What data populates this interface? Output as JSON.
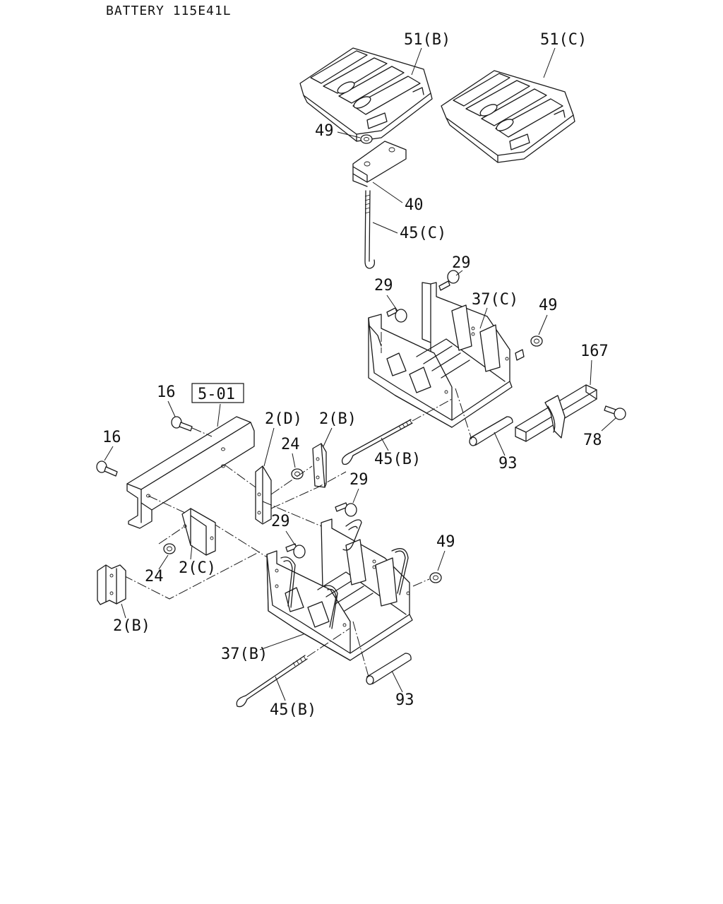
{
  "header": {
    "title": "BATTERY 115E41L"
  },
  "ref_box": {
    "label": "5-01"
  },
  "callouts": {
    "c51b": "51(B)",
    "c51c": "51(C)",
    "c49a": "49",
    "c40": "40",
    "c45c": "45(C)",
    "c29a": "29",
    "c29b": "29",
    "c37c": "37(C)",
    "c49b": "49",
    "c167": "167",
    "c78": "78",
    "c93a": "93",
    "c16a": "16",
    "c16b": "16",
    "c2d": "2(D)",
    "c2b_top": "2(B)",
    "c24a": "24",
    "c45b_mid": "45(B)",
    "c29c": "29",
    "c29d": "29",
    "c49c": "49",
    "c24b": "24",
    "c2c": "2(C)",
    "c2b_bot": "2(B)",
    "c37b": "37(B)",
    "c45b_bot": "45(B)",
    "c93b": "93"
  }
}
